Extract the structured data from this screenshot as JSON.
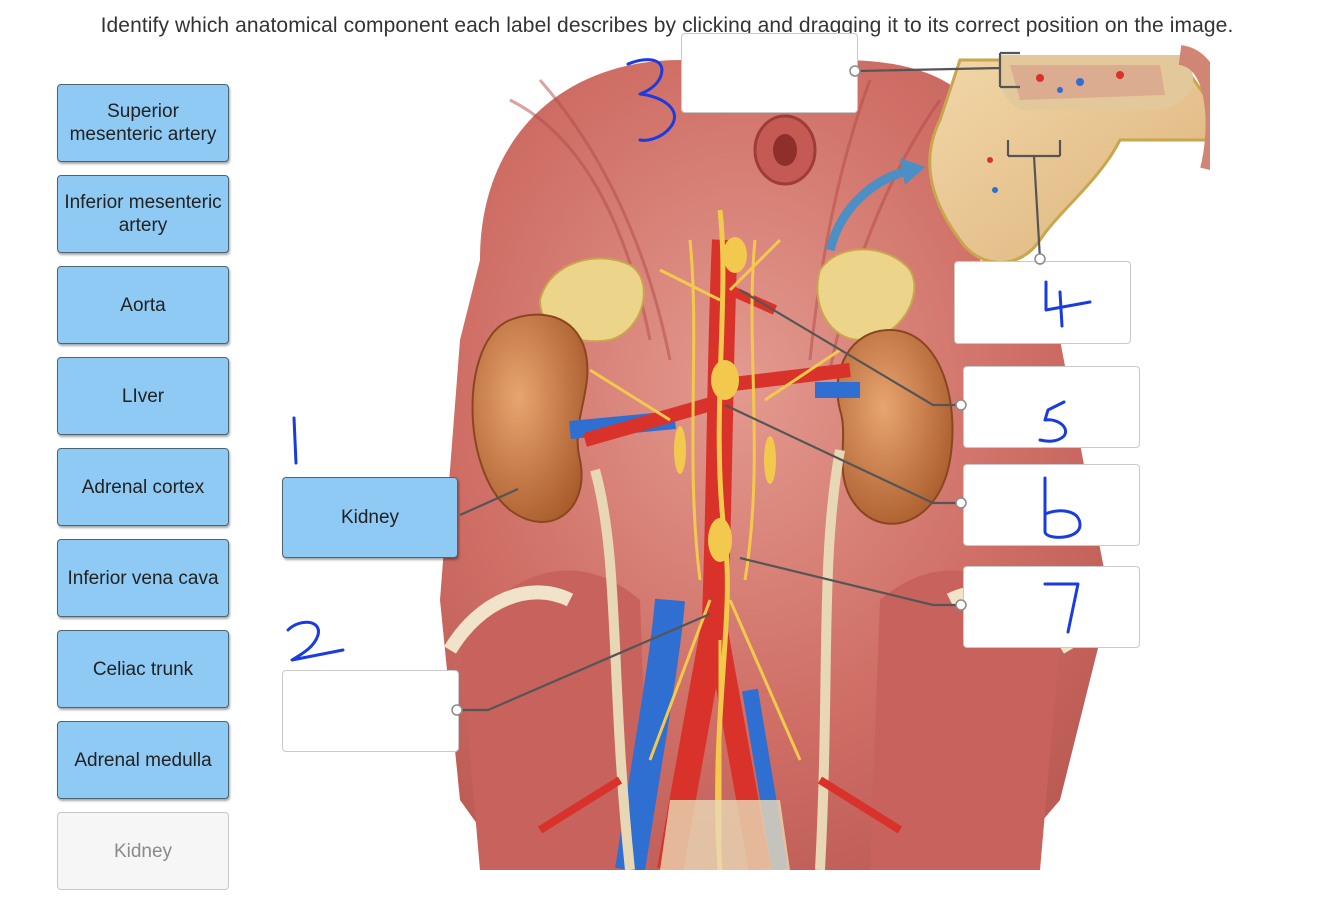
{
  "instructions": "Identify which anatomical component each label describes by clicking and dragging it to its correct position on the image.",
  "label_bank": [
    {
      "text": "Superior mesenteric artery",
      "used": false
    },
    {
      "text": "Inferior mesenteric artery",
      "used": false
    },
    {
      "text": "Aorta",
      "used": false
    },
    {
      "text": "LIver",
      "used": false
    },
    {
      "text": "Adrenal cortex",
      "used": false
    },
    {
      "text": "Inferior vena cava",
      "used": false
    },
    {
      "text": "Celiac trunk",
      "used": false
    },
    {
      "text": "Adrenal medulla",
      "used": false
    },
    {
      "text": "Kidney",
      "used": true
    }
  ],
  "placed_labels": [
    {
      "target": "1",
      "text": "Kidney"
    }
  ],
  "handwritten_annotations": [
    "1",
    "2",
    "3",
    "4",
    "5",
    "6",
    "7"
  ],
  "colors": {
    "label_fill": "#8fcaf5",
    "label_border": "#4d6473",
    "ink": "#1a3be0",
    "artery": "#d8322a",
    "vein": "#2f6fd1",
    "nerve": "#f2c94c"
  }
}
